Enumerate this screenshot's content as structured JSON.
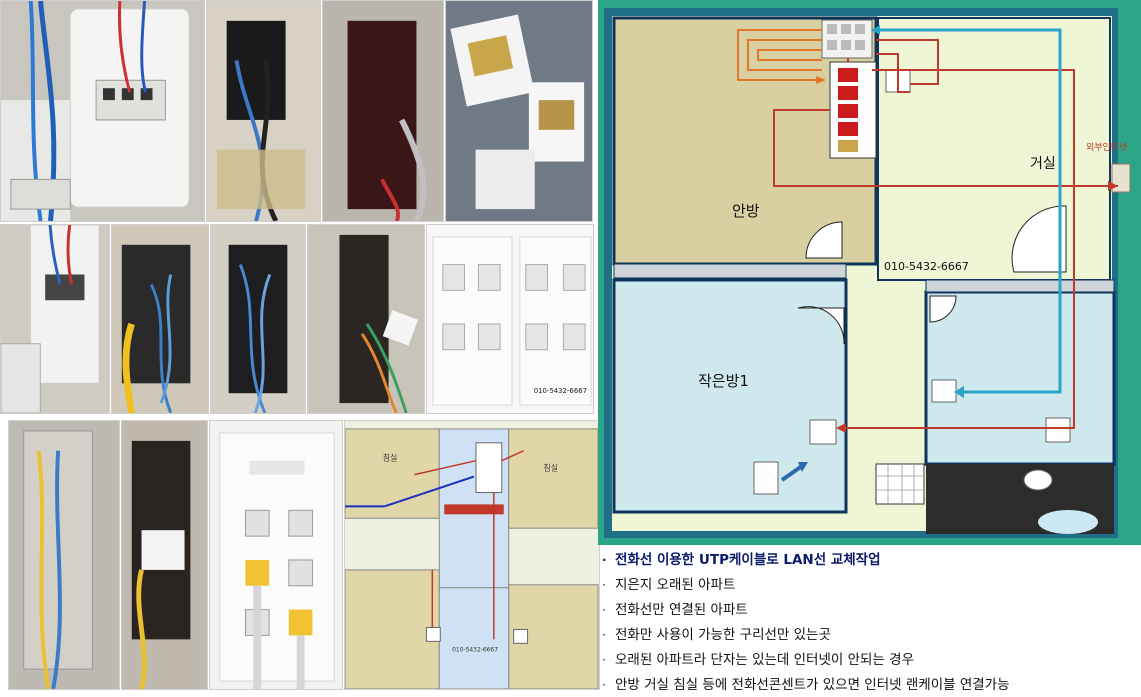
{
  "floor_plan": {
    "rooms": {
      "master_bedroom": "안방",
      "living_room": "거실",
      "small_room_1": "작은방1"
    },
    "phone_label": "010-5432-6667",
    "external_line_label": "외부인터넷"
  },
  "panel_photo": {
    "phone_label": "010-5432-6667"
  },
  "mini_plan": {
    "room_a": "침실",
    "room_b": "침실",
    "phone_label": "010-5432-6667"
  },
  "bullets": [
    "전화선 이용한 UTP케이블로 LAN선 교체작업",
    "지은지 오래된 아파트",
    "전화선만 연결된 아파트",
    "전화만 사용이 가능한 구리선만 있는곳",
    "오래된 아파트라 단자는 있는데 인터넷이 안되는 경우",
    "안방 거실 침실 등에 전화선콘센트가 있으면 인터넷 랜케이블 연결가능"
  ],
  "bullet_marker": "·",
  "colors": {
    "plan_border": "#1f8a7a",
    "room_master": "#d8d0a0",
    "room_living": "#eef6d6",
    "room_small": "#cfe8ee",
    "arrow_orange": "#e2762a",
    "arrow_red": "#c0392b",
    "arrow_cyan": "#2aa5c7"
  }
}
